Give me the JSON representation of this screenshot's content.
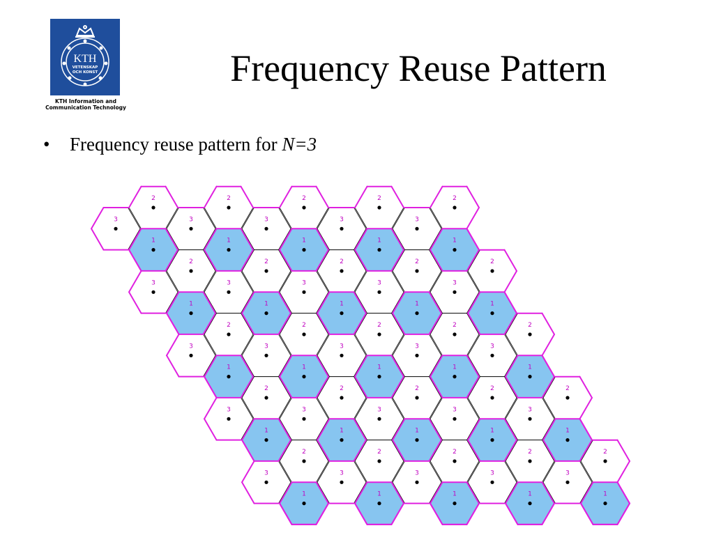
{
  "logo": {
    "text": "KTH",
    "subline1": "VETENSKAP",
    "subline2": "OCH KONST",
    "caption_line1": "KTH Information and",
    "caption_line2": "Communication Technology"
  },
  "title": "Frequency Reuse Pattern",
  "bullet": {
    "text": "Frequency reuse pattern for ",
    "variable": "N=3"
  },
  "diagram": {
    "colors": {
      "outline": "#e020e0",
      "inner_line": "#000000",
      "highlight_fill": "#87c5f0",
      "label": "#c000c0",
      "dot": "#000000"
    },
    "highlight_label": "1",
    "row_labels": [
      "2",
      "3",
      "1"
    ],
    "rows": 5,
    "columns": 5
  }
}
